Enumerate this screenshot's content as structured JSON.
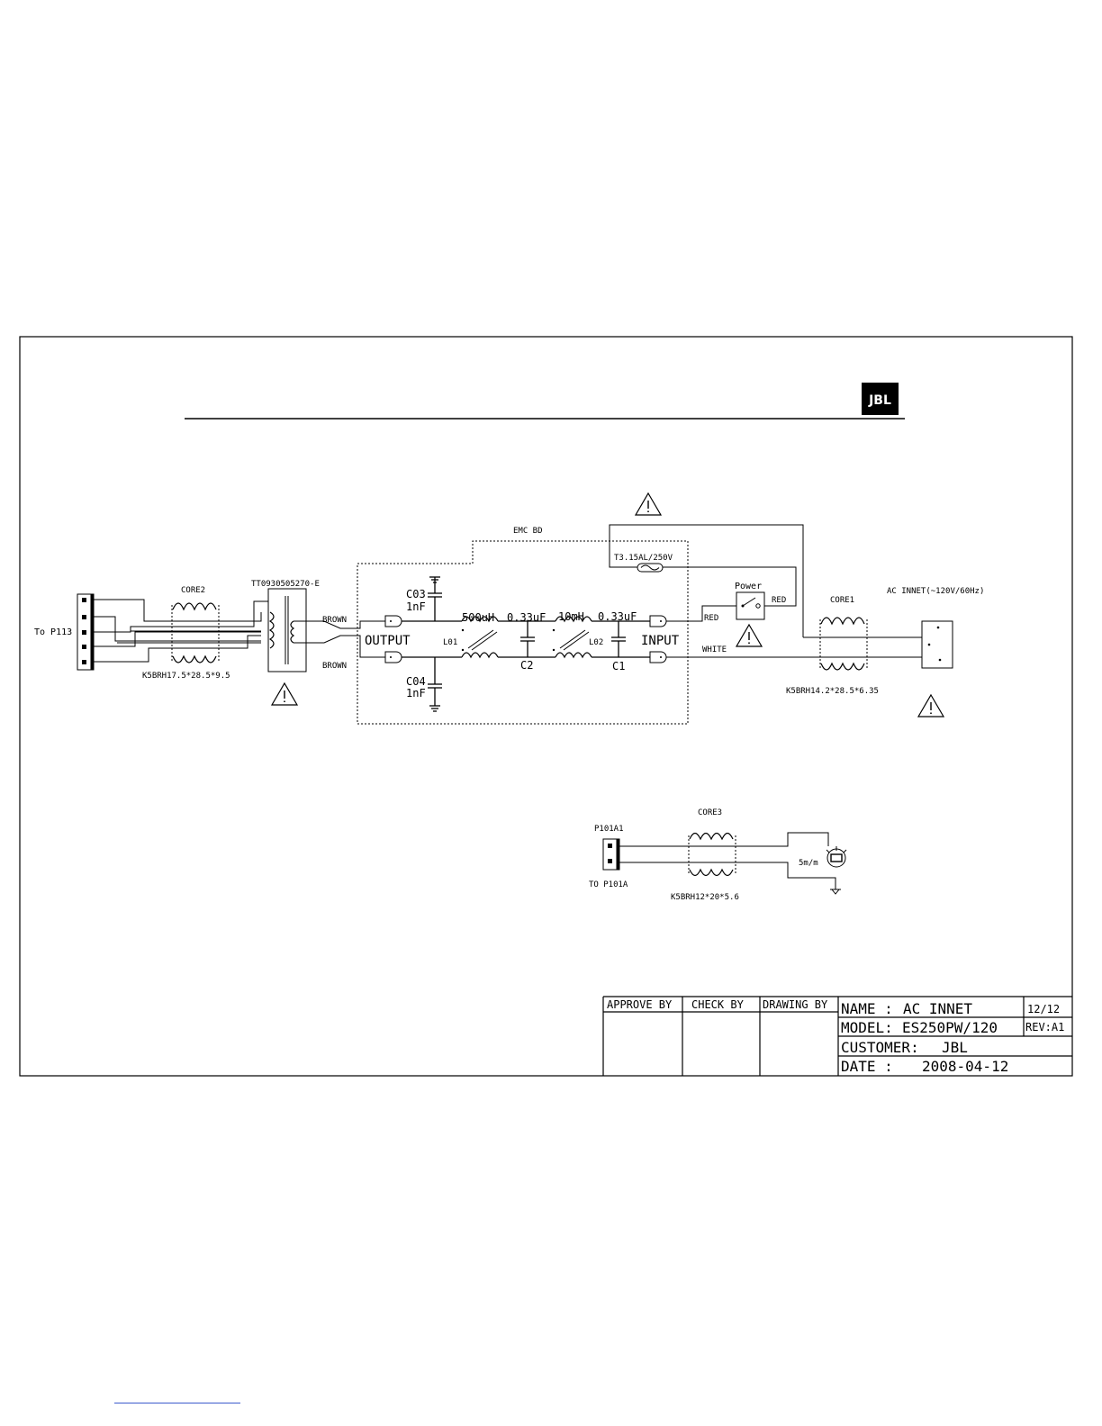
{
  "brand": {
    "logo_text": "JBL"
  },
  "schematic": {
    "labels": {
      "to_p113": "To P113",
      "core2": "CORE2",
      "core2_part": "K5BRH17.5*28.5*9.5",
      "transformer": "TT0930505270-E",
      "brown_top": "BROWN",
      "brown_bottom": "BROWN",
      "emc_board": "EMC BD",
      "c03": "C03",
      "c03_value": "1nF",
      "c04": "C04",
      "c04_value": "1nF",
      "output": "OUTPUT",
      "input": "INPUT",
      "l01": "L01",
      "l01_value": "500uH",
      "l02": "L02",
      "l02_value": "10mH",
      "c2": "C2",
      "c2_value": "0.33uF",
      "c1": "C1",
      "c1_value": "0.33uF",
      "fuse": "T3.15AL/250V",
      "power_switch": "Power",
      "red_switch": "RED",
      "red_input": "RED",
      "white_input": "WHITE",
      "core1": "CORE1",
      "core1_part": "K5BRH14.2*28.5*6.35",
      "ac_inlet": "AC INNET(~120V/60Hz)",
      "p101a1": "P101A1",
      "to_p101a": "TO P101A",
      "core3": "CORE3",
      "core3_part": "K5BRH12*20*5.6",
      "cable_length": "5m/m"
    }
  },
  "title_block": {
    "approve_by": "APPROVE BY",
    "check_by": "CHECK BY",
    "drawing_by": "DRAWING BY",
    "name_label": "NAME :",
    "name_value": "AC INNET",
    "sheet": "12/12",
    "model_label": "MODEL:",
    "model_value": "ES250PW/120",
    "rev": "REV:A1",
    "customer_label": "CUSTOMER:",
    "customer_value": "JBL",
    "date_label": "DATE :",
    "date_value": "2008-04-12"
  }
}
